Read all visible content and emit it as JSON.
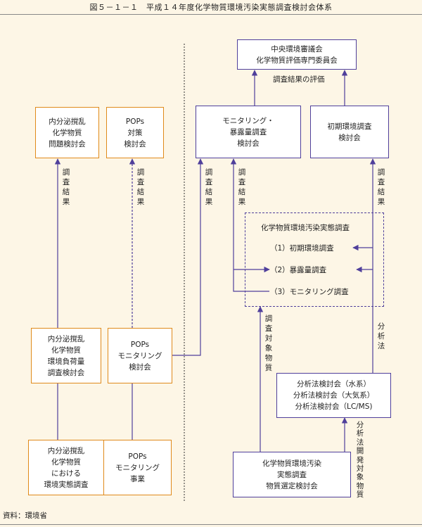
{
  "title": "図５－１－１　平成１４年度化学物質環境汚染実態調査検討会体系",
  "source": "資料：環境省",
  "colors": {
    "orange_border": "#e08a1a",
    "purple_border": "#4f3f9b",
    "background": "#fdf6e6"
  },
  "boxes": {
    "central_council": [
      "中央環境審議会",
      "化学物質評価専門委員会"
    ],
    "endocrine_committee": [
      "内分泌撹乱",
      "化学物質",
      "問題検討会"
    ],
    "pops_committee": [
      "POPs",
      "対策",
      "検討会"
    ],
    "monitoring_exposure_committee": [
      "モニタリング・",
      "暴露量調査",
      "検討会"
    ],
    "initial_env_committee": [
      "初期環境調査",
      "検討会"
    ],
    "endocrine_load_committee": [
      "内分泌撹乱",
      "化学物質",
      "環境負荷量",
      "調査検討会"
    ],
    "pops_monitoring_committee": [
      "POPs",
      "モニタリング",
      "検討会"
    ],
    "analysis_committee": [
      "分析法検討会（水系）",
      "分析法検討会（大気系）",
      "分析法検討会（LC/MS)"
    ],
    "endocrine_survey": [
      "内分泌撹乱",
      "化学物質",
      "における",
      "環境実態調査"
    ],
    "pops_monitoring_project": [
      "POPs",
      "モニタリング",
      "事業"
    ],
    "substance_selection_committee": [
      "化学物質環境汚染",
      "実態調査",
      "物質選定検討会"
    ]
  },
  "survey_panel": {
    "heading": "化学物質環境汚染実態調査",
    "items": [
      "（1）初期環境調査",
      "（2）暴露量調査",
      "（3）モニタリング調査"
    ]
  },
  "labels": {
    "evaluation": "調査結果の評価",
    "result_vertical": [
      "調",
      "査",
      "結",
      "果"
    ],
    "target_substance_vertical": [
      "調",
      "査",
      "対",
      "象",
      "物",
      "質"
    ],
    "analysis_method_vertical": [
      "分",
      "析",
      "法"
    ],
    "method_dev_vertical": [
      "分",
      "析",
      "法",
      "開",
      "発",
      "対",
      "象",
      "物",
      "質"
    ]
  }
}
